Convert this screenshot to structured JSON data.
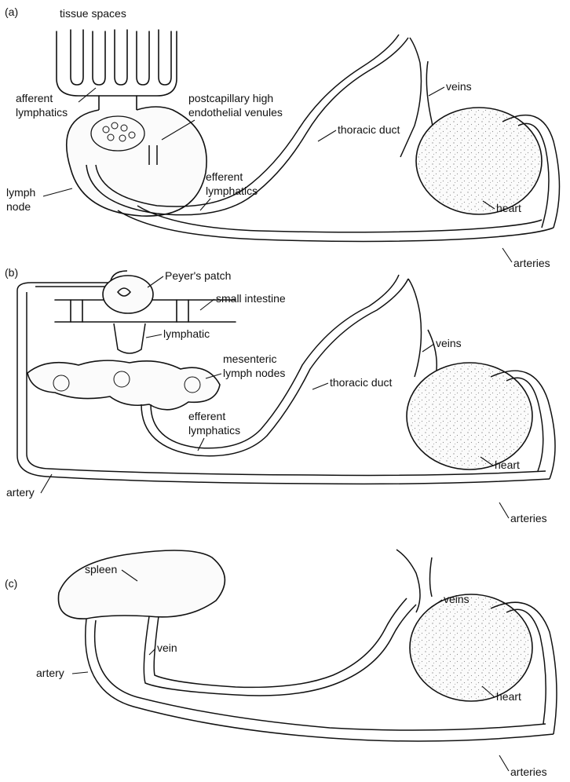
{
  "panels": {
    "a": {
      "tag": "(a)",
      "labels": {
        "tissue_spaces": "tissue spaces",
        "afferent_lymphatics_1": "afferent",
        "afferent_lymphatics_2": "lymphatics",
        "postcapillary_1": "postcapillary high",
        "postcapillary_2": "endothelial venules",
        "efferent_1": "efferent",
        "efferent_2": "lymphatics",
        "thoracic_duct": "thoracic duct",
        "veins": "veins",
        "heart": "heart",
        "lymph_node_1": "lymph",
        "lymph_node_2": "node",
        "arteries": "arteries"
      }
    },
    "b": {
      "tag": "(b)",
      "labels": {
        "peyers_patch": "Peyer's patch",
        "small_intestine": "small intestine",
        "lymphatic": "lymphatic",
        "mesenteric_1": "mesenteric",
        "mesenteric_2": "lymph nodes",
        "thoracic_duct": "thoracic duct",
        "veins": "veins",
        "efferent_1": "efferent",
        "efferent_2": "lymphatics",
        "heart": "heart",
        "artery": "artery",
        "arteries": "arteries"
      }
    },
    "c": {
      "tag": "(c)",
      "labels": {
        "spleen": "spleen",
        "veins": "veins",
        "vein": "vein",
        "artery": "artery",
        "heart": "heart",
        "arteries": "arteries"
      }
    }
  }
}
